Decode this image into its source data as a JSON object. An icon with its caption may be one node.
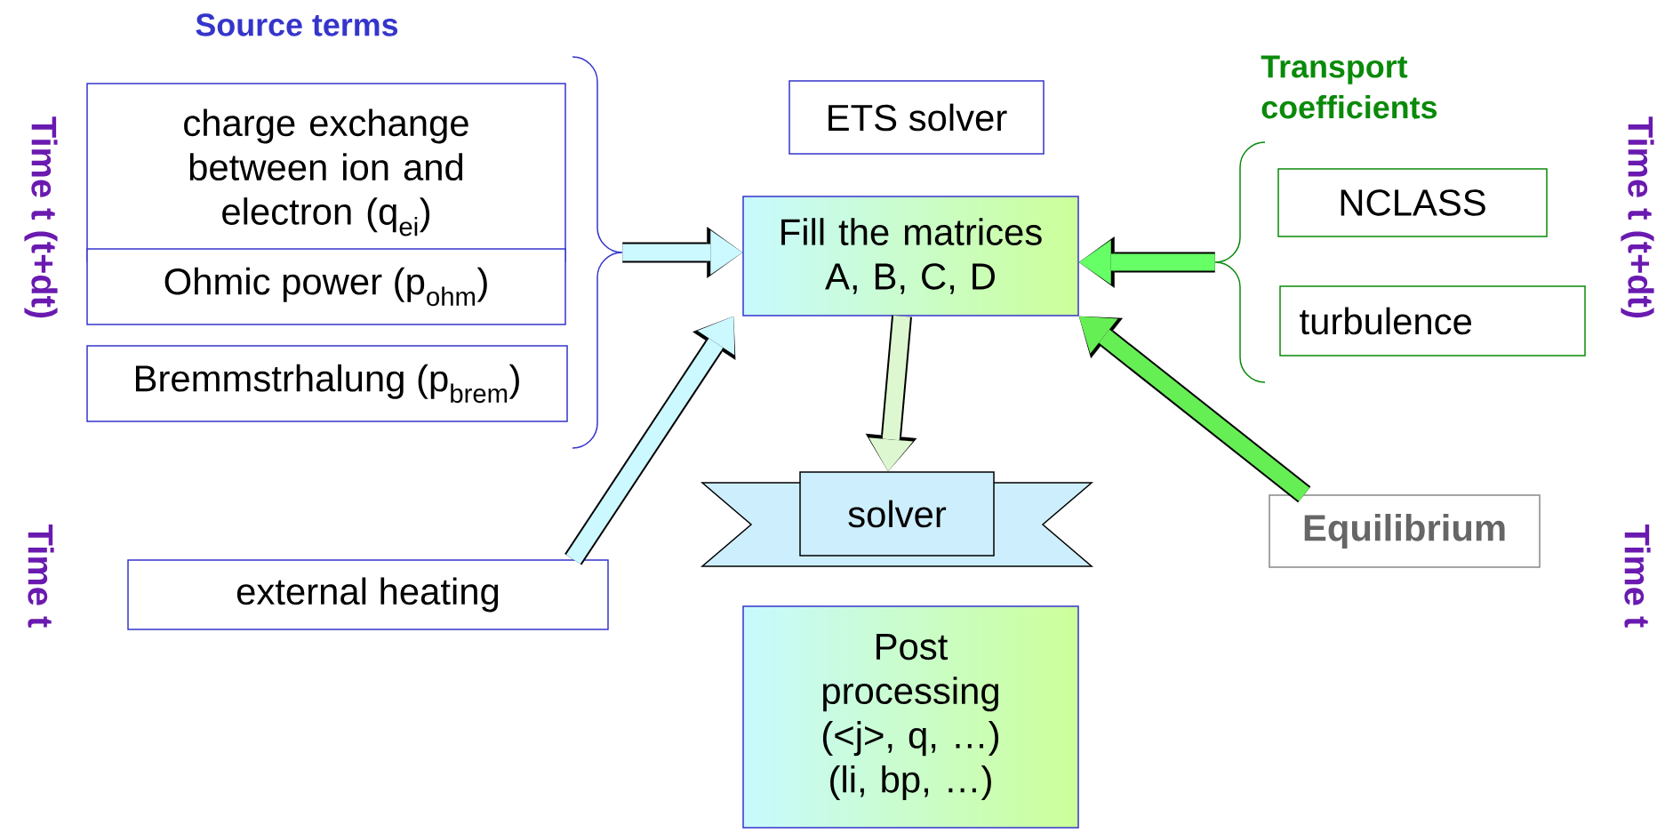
{
  "diagram": {
    "nodes": [
      {
        "text": [
          "charge exchange between ion and electron (q$_{ei}$)"
        ]
      },
      {
        "text": [
          "Ohmic power (p$_{ohm}$)"
        ]
      },
      {
        "text": [
          "Bremmstrhalung (p$_{brem}$)"
        ]
      },
      {
        "text": [
          "ETS solver"
        ]
      },
      {
        "text": [
          "Fill the matrices A, B, C, D"
        ]
      },
      {
        "text": [
          "NCLASS"
        ]
      },
      {
        "text": [
          "turbulence"
        ]
      },
      {
        "text": [
          "solver"
        ]
      },
      {
        "text": [
          "external heating"
        ]
      },
      {
        "text": [
          "Equilibrium"
        ]
      },
      {
        "text": [
          "Post processing (<j>, q, …) (li, bp, …)"
        ]
      },
      {
        "text": [],
        "shape": "brace"
      },
      {
        "text": [],
        "shape": "brace"
      }
    ],
    "edges": [
      {
        "from": 11,
        "to": 4,
        "arrow": "to",
        "color": "#ccf8ff"
      },
      {
        "from": 12,
        "to": 4,
        "arrow": "to",
        "color": "#66ff66"
      },
      {
        "from": 8,
        "to": 4,
        "arrow": "to",
        "color": "#ccf8ff"
      },
      {
        "from": 9,
        "to": 4,
        "arrow": "to",
        "color": "#66ee55"
      },
      {
        "from": 4,
        "to": 7,
        "arrow": "to",
        "color": "#ddf8d0"
      }
    ],
    "labels": [
      "Source terms",
      "Transport coefficients",
      "Time t (t+dt)",
      "Time t (t+dt)",
      "Time t",
      "Time t"
    ]
  }
}
